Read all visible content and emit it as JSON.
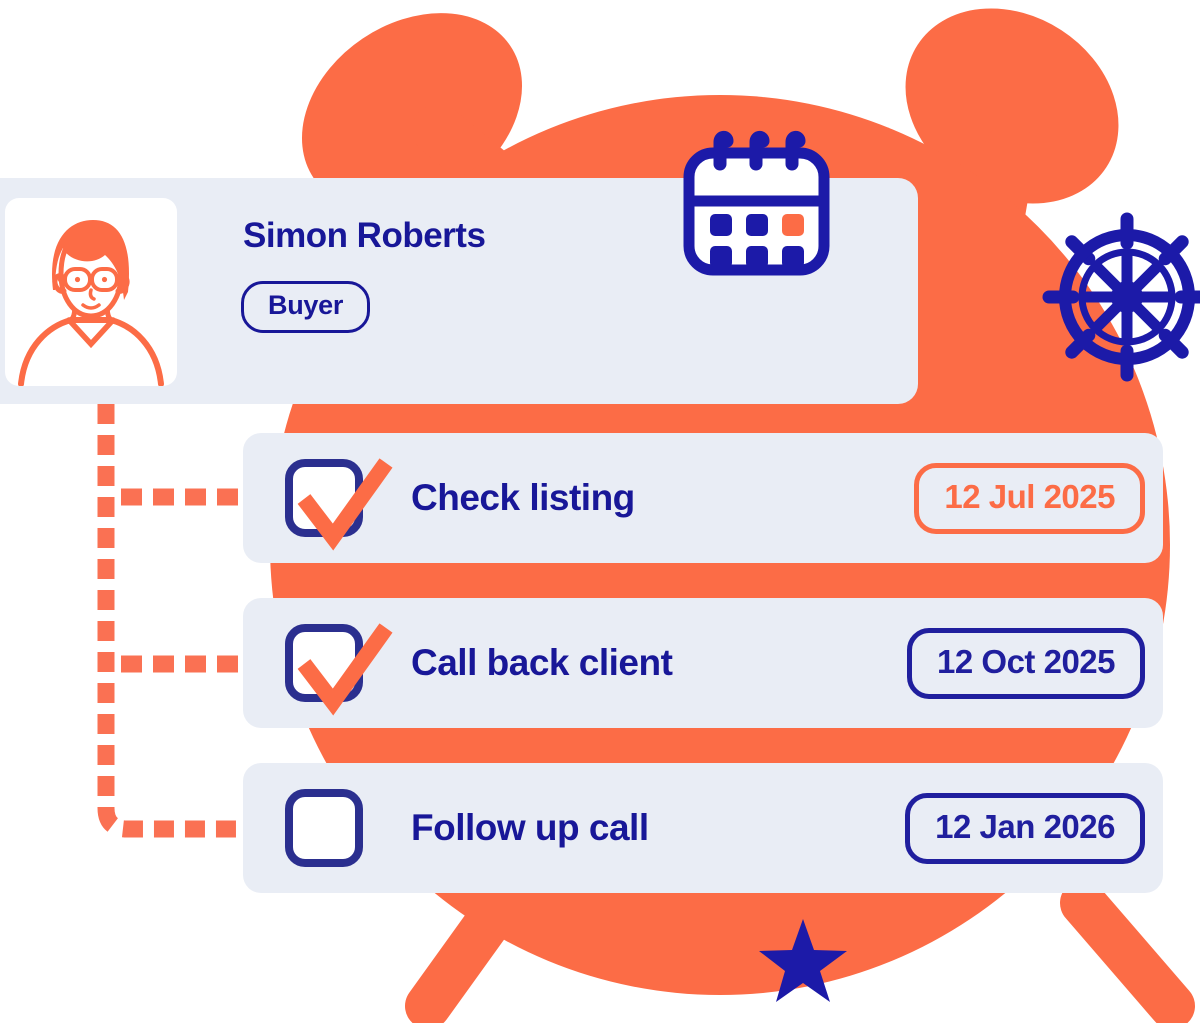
{
  "header": {
    "name": "Simon Roberts",
    "role_badge": "Buyer"
  },
  "tasks": [
    {
      "label": "Check listing",
      "due_date": "12 Jul 2025",
      "checked": true,
      "badge_color": "#FC6C46"
    },
    {
      "label": "Call back client",
      "due_date": "12 Oct 2025",
      "checked": true,
      "badge_color": "#201F9E"
    },
    {
      "label": "Follow up call",
      "due_date": "12 Jan 2026",
      "checked": false,
      "badge_color": "#201F9E"
    }
  ],
  "icons": {
    "calendar": "calendar-icon",
    "ship_wheel": "ship-wheel-icon",
    "star": "star-icon",
    "avatar": "person-avatar",
    "checkmark": "checkmark-icon",
    "alarm_clock": "alarm-clock-illustration"
  },
  "colors": {
    "orange": "#FC6C46",
    "dash_orange": "#FA7153",
    "panel": "#E9EDF5",
    "text_blue": "#181798",
    "icon_blue": "#1C1AA8",
    "checkbox_navy": "#2B2F8F",
    "white": "#FFFFFF"
  }
}
